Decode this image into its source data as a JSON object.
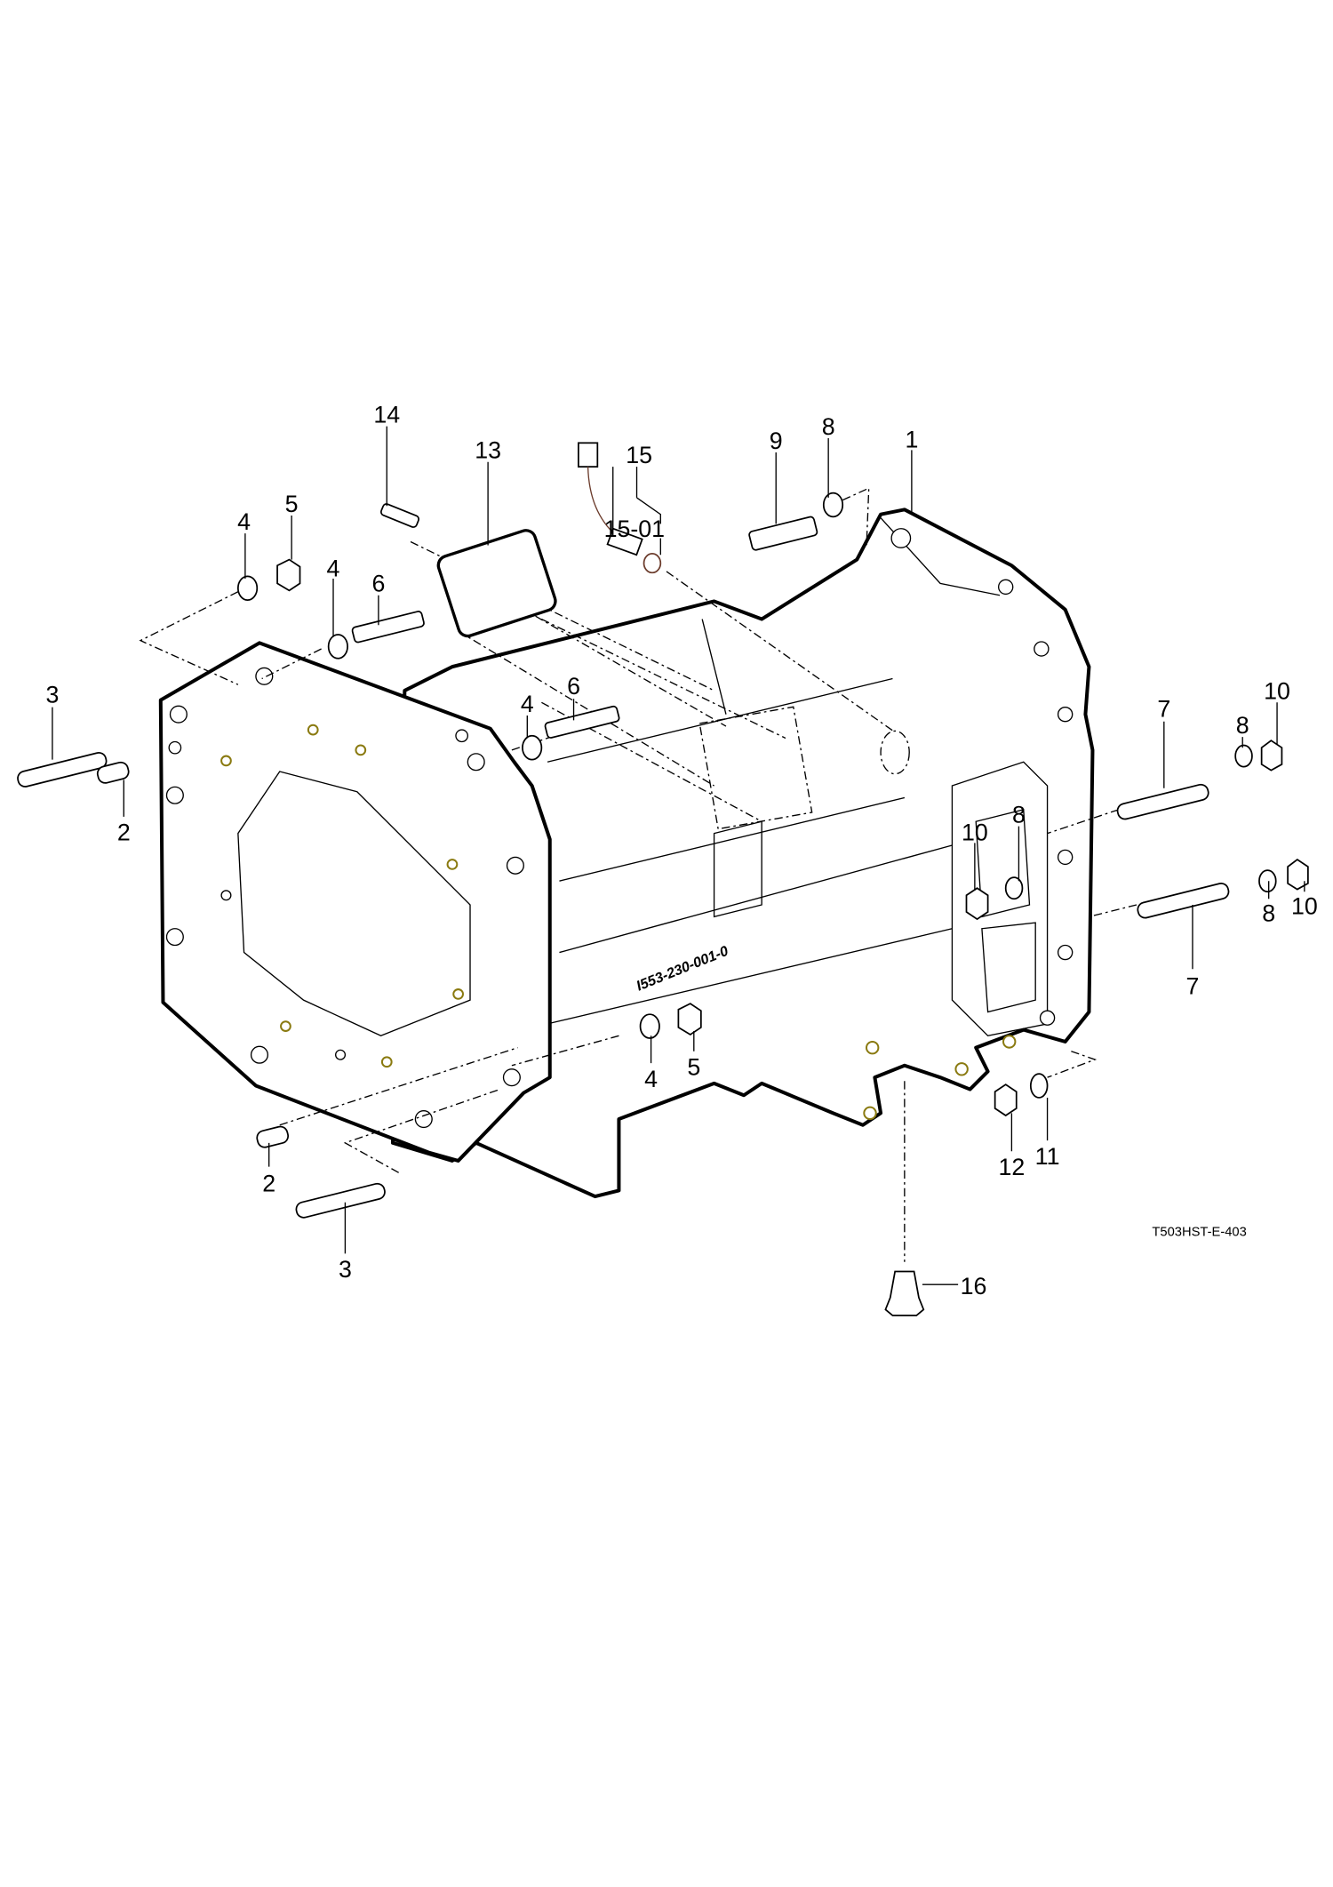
{
  "diagram": {
    "reference_code": "T503HST-E-403",
    "casting_number": "I553-230-001-0",
    "callouts": {
      "c1": "1",
      "c2a": "2",
      "c2b": "2",
      "c3a": "3",
      "c3b": "3",
      "c4a": "4",
      "c4b": "4",
      "c4c": "4",
      "c4d": "4",
      "c5a": "5",
      "c5b": "5",
      "c6a": "6",
      "c6b": "6",
      "c7a": "7",
      "c7b": "7",
      "c8a": "8",
      "c8b": "8",
      "c8c": "8",
      "c8d": "8",
      "c9": "9",
      "c10a": "10",
      "c10b": "10",
      "c10c": "10",
      "c11": "11",
      "c12": "12",
      "c13": "13",
      "c14": "14",
      "c15": "15",
      "c1501": "15-01",
      "c16": "16"
    }
  }
}
